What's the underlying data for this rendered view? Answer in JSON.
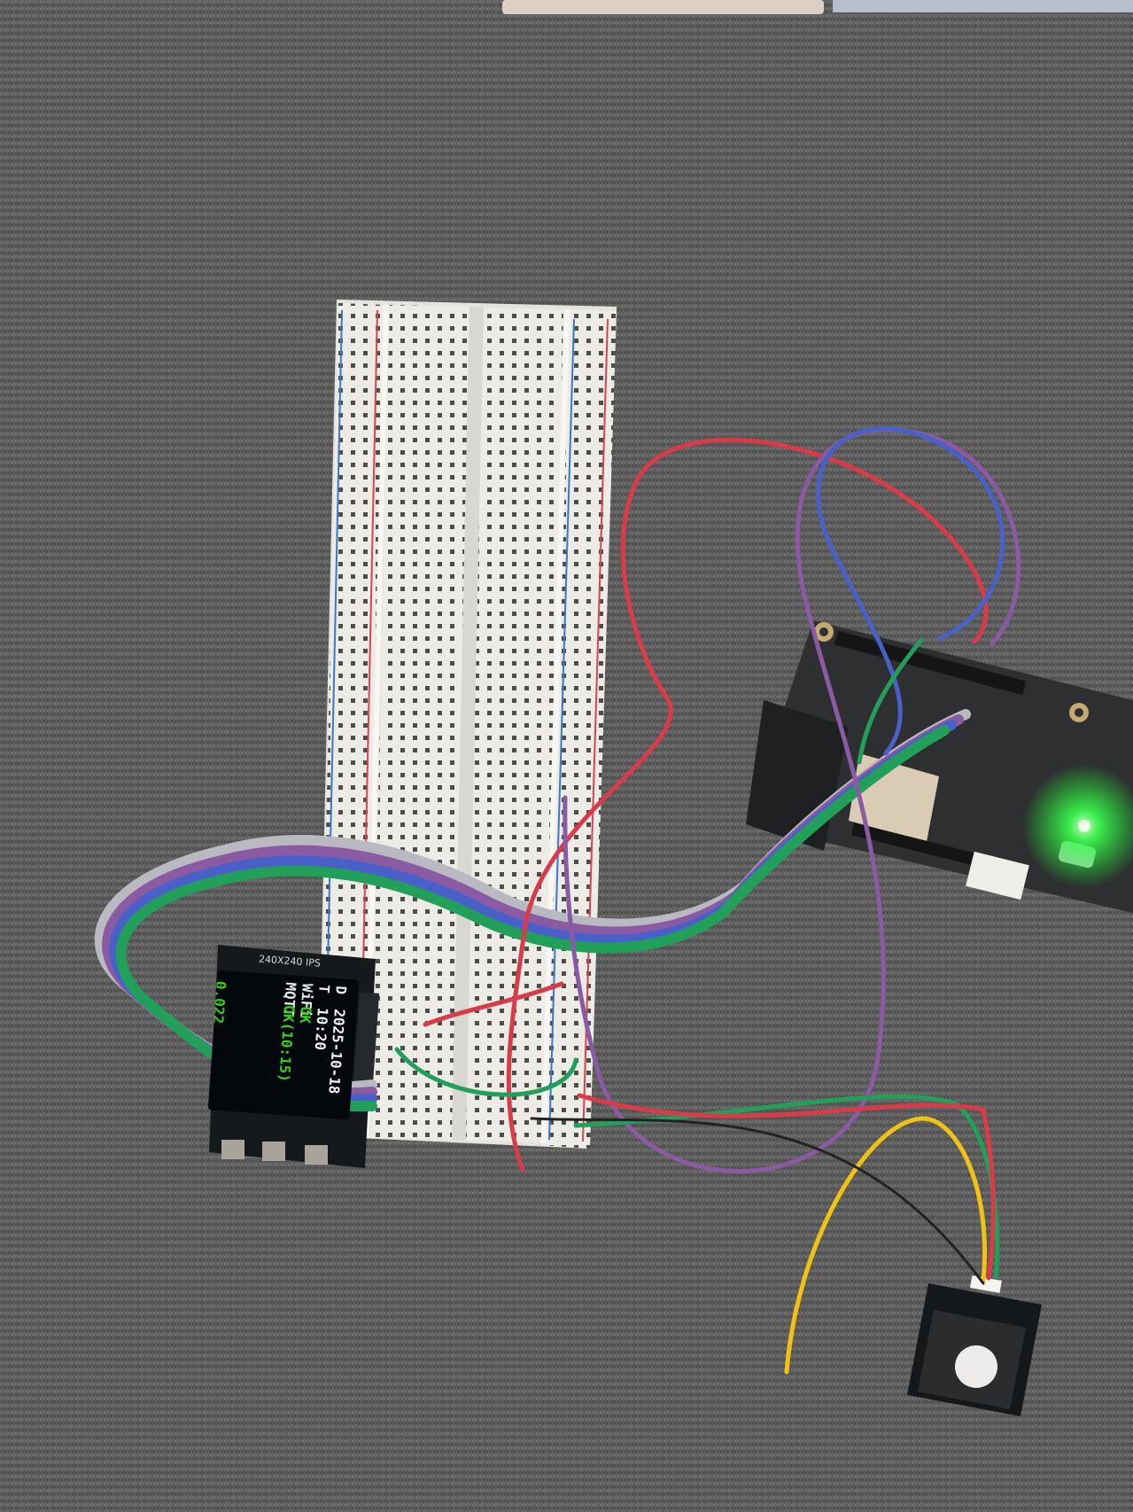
{
  "scene": {
    "background_color": "#5e5e5e",
    "breadboard_color": "#ecebe6",
    "controller_led_color": "#2bff3a",
    "wire_colors": [
      "#d93b48",
      "#4a60c9",
      "#22a05a",
      "#8a5aa3",
      "#b9b9c2",
      "#f0c214"
    ]
  },
  "display": {
    "board_label": "240X240 IPS",
    "lines": [
      {
        "key": "D",
        "value": "2025-10-18"
      },
      {
        "key": "T",
        "value": "10:20"
      },
      {
        "key": "WiFi",
        "value": "OK"
      },
      {
        "key": "MQTT",
        "value": "OK(10:15)"
      }
    ],
    "reading": "0.022"
  }
}
